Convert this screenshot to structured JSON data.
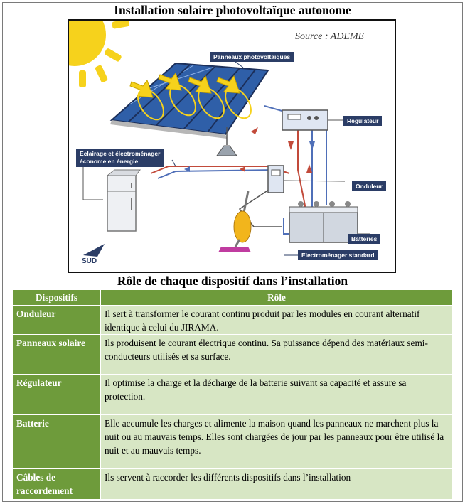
{
  "title": "Installation solaire photovoltaïque autonome",
  "diagram": {
    "source": "Source : ADEME",
    "labels": {
      "panneaux": "Panneaux photovoltaïques",
      "regulateur": "Régulateur",
      "eclairage_line1": "Eclairage et électroménager",
      "eclairage_line2": "économe en énergie",
      "onduleur": "Onduleur",
      "batteries": "Batteries",
      "electromenager": "Electroménager standard",
      "sud": "SUD"
    },
    "colors": {
      "label_bg": "#2b3d66",
      "sun": "#f6d21c",
      "panel": "#2f5fa8",
      "dc_wire": "#c24a3a",
      "ac_wire": "#4f6fb8"
    }
  },
  "subtitle": "Rôle de chaque dispositif dans l’installation",
  "table": {
    "headers": [
      "Dispositifs",
      "Rôle"
    ],
    "rows": [
      {
        "device": "Onduleur",
        "role": "Il sert à transformer le courant continu produit par les modules en courant alternatif identique à celui du JIRAMA."
      },
      {
        "device": "Panneaux solaire",
        "role": "Ils produisent le courant électrique continu. Sa puissance dépend des matériaux semi-conducteurs utilisés et sa surface."
      },
      {
        "device": "Régulateur",
        "role": "Il optimise la charge et la décharge de la batterie suivant sa capacité et assure sa protection."
      },
      {
        "device": "Batterie",
        "role": "Elle accumule les charges et alimente la maison quand les panneaux ne marchent plus la nuit ou au mauvais temps. Elles sont chargées de jour par les panneaux pour être utilisé la nuit et au mauvais temps."
      },
      {
        "device": "Câbles de raccordement",
        "role": "Ils servent à raccorder les différents dispositifs dans l’installation"
      }
    ]
  }
}
